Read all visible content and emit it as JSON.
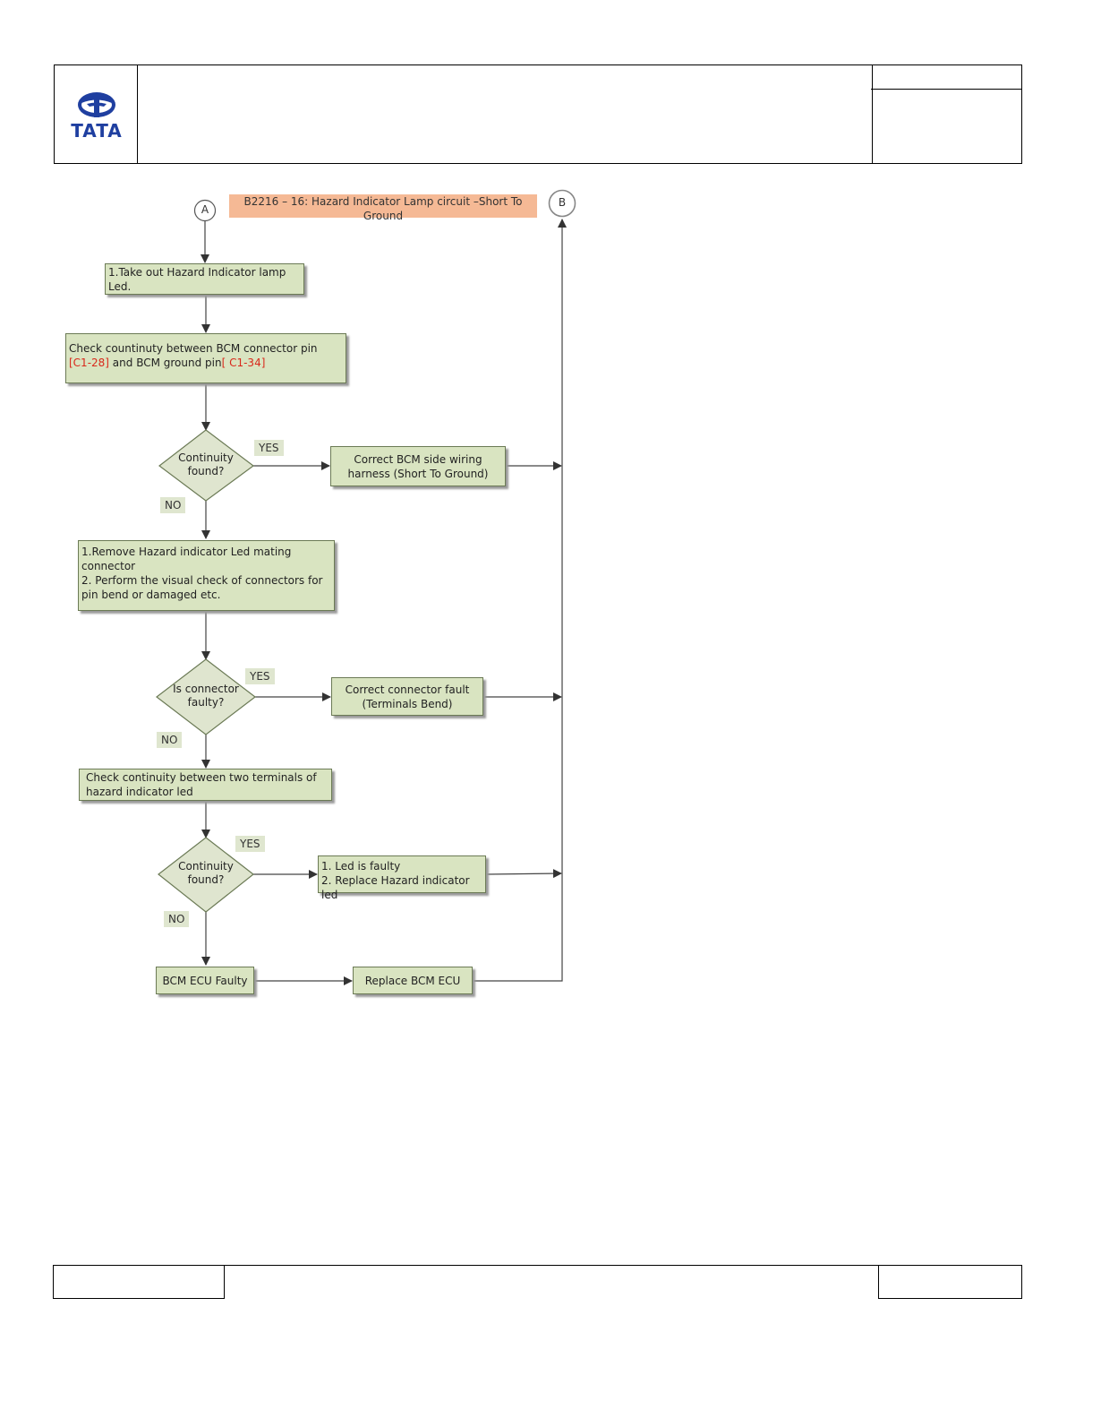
{
  "header": {
    "logo_text": "TATA"
  },
  "title": "B2216 – 16: Hazard Indicator Lamp circuit  –Short To Ground",
  "connectors": {
    "start": "A",
    "end": "B"
  },
  "steps": {
    "s1": "1.Take out Hazard Indicator lamp Led.",
    "s2_pre": "Check countinuty between BCM connector pin ",
    "s2_pin1": "[C1-28]",
    "s2_mid": " and BCM ground pin",
    "s2_pin2": "[ C1-34]",
    "s3": "1.Remove Hazard indicator Led mating connector",
    "s3b": "2. Perform the visual check of connectors for pin bend or damaged etc.",
    "s4": "Check continuity between two  terminals of hazard indicator led",
    "s5": "BCM ECU Faulty",
    "s6": "Replace BCM ECU"
  },
  "decisions": {
    "d1": "Continuity found?",
    "d2": "Is connector faulty?",
    "d3": "Continuity found?"
  },
  "actions": {
    "a1": "Correct BCM side wiring harness (Short To Ground)",
    "a2": "Correct connector fault (Terminals Bend)",
    "a3_1": "1. Led  is  faulty",
    "a3_2": "2. Replace Hazard indicator led"
  },
  "labels": {
    "yes": "YES",
    "no": "NO"
  },
  "colors": {
    "box_fill": "#d9e4c1",
    "title_fill": "#f5b995",
    "pin_text": "#d9281b",
    "logo": "#1f3fa0"
  }
}
